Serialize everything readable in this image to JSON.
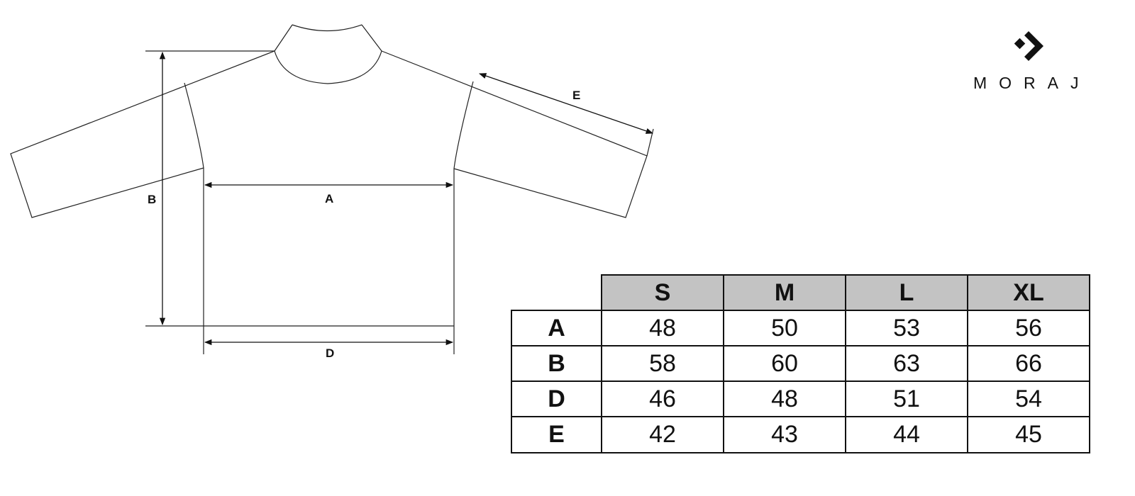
{
  "diagram": {
    "labels": {
      "A": "A",
      "B": "B",
      "D": "D",
      "E": "E"
    }
  },
  "logo": {
    "text": "MORAJ",
    "icon": "moraj-logo-icon"
  },
  "size_table": {
    "sizes": [
      "S",
      "M",
      "L",
      "XL"
    ],
    "rows": [
      {
        "label": "A",
        "values": [
          "48",
          "50",
          "53",
          "56"
        ]
      },
      {
        "label": "B",
        "values": [
          "58",
          "60",
          "63",
          "66"
        ]
      },
      {
        "label": "D",
        "values": [
          "46",
          "48",
          "51",
          "54"
        ]
      },
      {
        "label": "E",
        "values": [
          "42",
          "43",
          "44",
          "45"
        ]
      }
    ]
  }
}
